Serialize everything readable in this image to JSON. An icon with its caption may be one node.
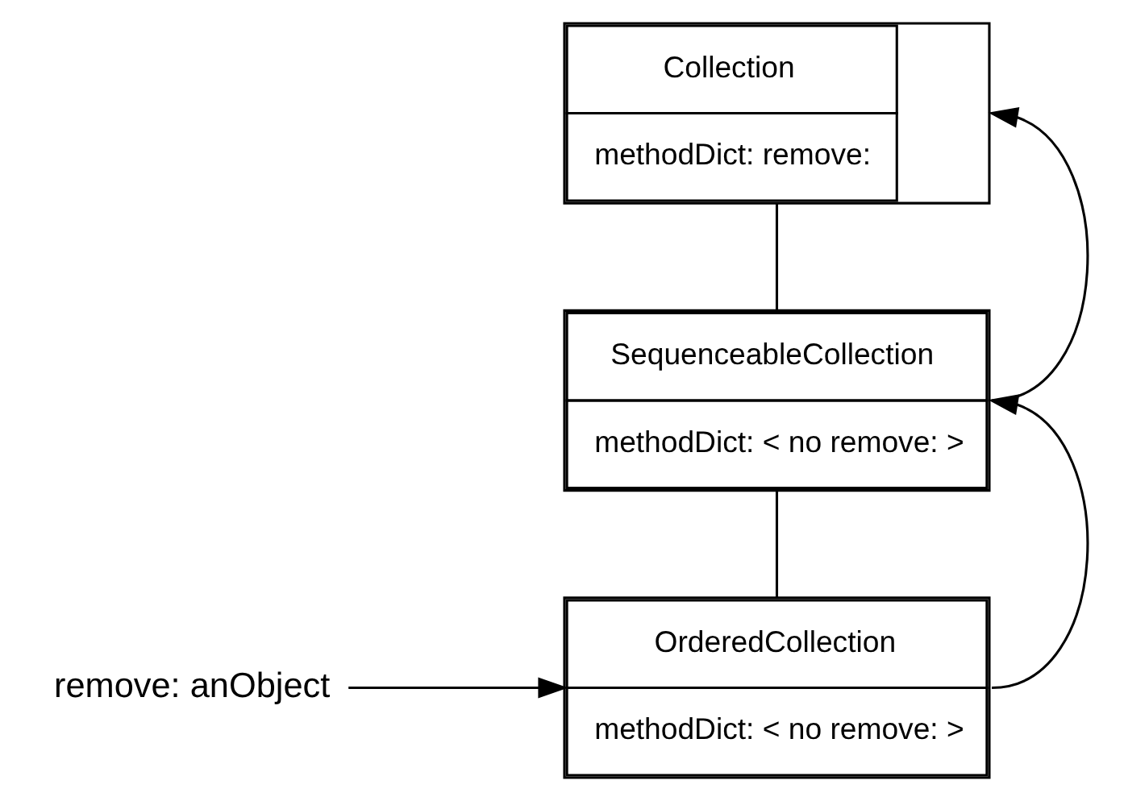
{
  "diagram": {
    "nodes": [
      {
        "text": [
          "Collection",
          "methodDict: remove:"
        ]
      },
      {
        "text": [
          "SequenceableCollection",
          "methodDict: < no remove: >"
        ]
      },
      {
        "text": [
          "OrderedCollection",
          "methodDict: < no remove: >"
        ]
      },
      {
        "text": [
          "remove: anObject"
        ]
      }
    ],
    "edges": [
      {
        "from": 0,
        "to": 1,
        "arrow": "none"
      },
      {
        "from": 1,
        "to": 2,
        "arrow": "none"
      },
      {
        "from": 1,
        "to": 0,
        "arrow": "to"
      },
      {
        "from": 2,
        "to": 1,
        "arrow": "to"
      },
      {
        "from": 3,
        "to": 2,
        "arrow": "to"
      }
    ]
  }
}
